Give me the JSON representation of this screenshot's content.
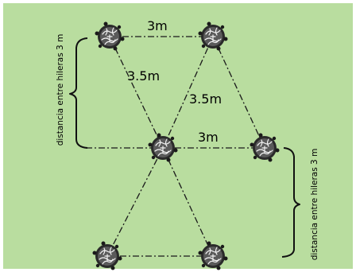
{
  "diagram": {
    "background": "#b9dd9f",
    "line_color": "#1a1a1a",
    "labels": {
      "top_spacing": "3m",
      "middle_spacing": "3m",
      "diagonal_left": "3.5m",
      "diagonal_right": "3.5m",
      "row_distance_left": "distancia entre hileras 3 m",
      "row_distance_right": "distancia entre hileras 3 m"
    },
    "tree_icon": "tree-canopy-icon"
  }
}
